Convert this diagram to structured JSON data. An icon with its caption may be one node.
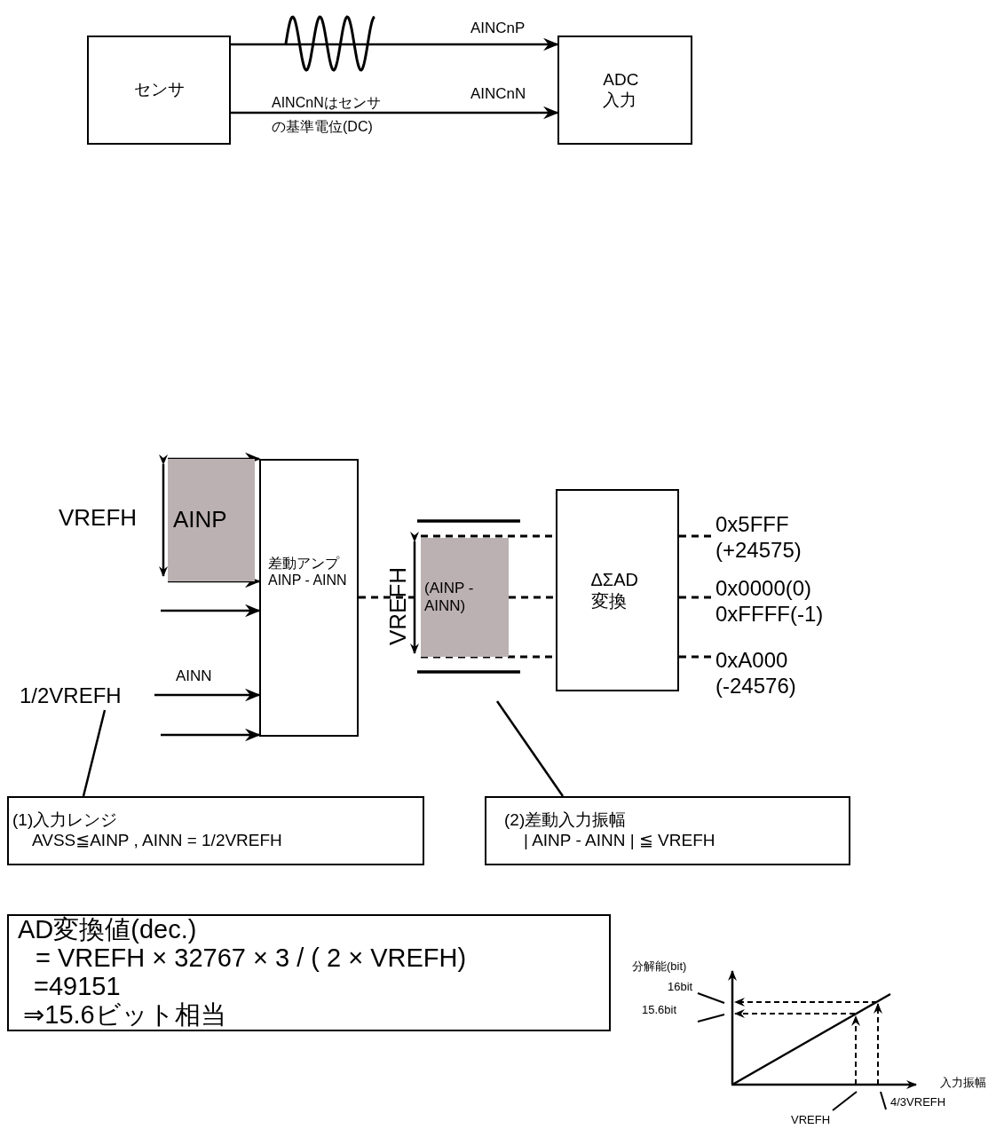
{
  "diagram": {
    "nodes": [
      {
        "text": [
          "センサ"
        ]
      },
      {
        "text": [
          "ADC入力"
        ]
      },
      {
        "text": [
          "差動アンプ",
          "AINP - AINN"
        ]
      },
      {
        "text": [
          "ΔΣAD変換"
        ]
      },
      {
        "text": [
          "AINP"
        ]
      },
      {
        "text": [
          "(AINP - AINN)"
        ]
      },
      {
        "text": [
          "(1)入力レンジ",
          "AVSS≦AINP , AINN = 1/2VREFH"
        ]
      },
      {
        "text": [
          "(2)差動入力振幅",
          "| AINP - AINN | ≦ VREFH"
        ]
      },
      {
        "text": [
          "AD変換値(dec.)",
          "= VREFH × 32767 × 3 / ( 2 × VREFH)",
          "=49151",
          "⇒15.6ビット相当"
        ]
      },
      {
        "text": [
          "1/2VREFH"
        ]
      },
      {
        "text": [
          "0x5FFF (+24575)"
        ]
      },
      {
        "text": [
          "0x0000(0) 0xFFFF(-1)"
        ]
      },
      {
        "text": [
          "0xA000 (-24576)"
        ]
      }
    ],
    "edges": [
      {
        "from": 0,
        "to": 1,
        "arrow": "to",
        "label": "AINCnP"
      },
      {
        "from": 0,
        "to": 1,
        "arrow": "to",
        "label": "AINCnN"
      },
      {
        "from": 4,
        "to": 2,
        "arrow": "to"
      },
      {
        "from": 4,
        "to": 2,
        "arrow": "to"
      },
      {
        "from": null,
        "to": 2,
        "arrow": "to"
      },
      {
        "from": 9,
        "to": 2,
        "arrow": "to",
        "label": "AINN"
      },
      {
        "from": null,
        "to": 2,
        "arrow": "to"
      },
      {
        "from": 2,
        "to": 5,
        "arrow": "none",
        "style": "dashed"
      },
      {
        "from": 5,
        "to": 3,
        "arrow": "none",
        "style": "dashed"
      },
      {
        "from": 3,
        "to": 10,
        "arrow": "none",
        "style": "dashed"
      },
      {
        "from": 3,
        "to": 11,
        "arrow": "none",
        "style": "dashed"
      },
      {
        "from": 3,
        "to": 12,
        "arrow": "none",
        "style": "dashed"
      },
      {
        "from": 6,
        "to": 9,
        "arrow": "none"
      },
      {
        "from": 7,
        "to": 5,
        "arrow": "none"
      },
      {
        "from": 5,
        "to": 3,
        "arrow": "none",
        "style": "dashed"
      },
      {
        "from": 5,
        "to": 3,
        "arrow": "none",
        "style": "dashed"
      }
    ],
    "labels": [
      "AINCnNはセンサの基準電位(DC)",
      "VREFH",
      "VREFH",
      "分解能(bit)",
      "16bit",
      "15.6bit",
      "入力振幅",
      "VREFH",
      "4/3VREFH"
    ]
  }
}
